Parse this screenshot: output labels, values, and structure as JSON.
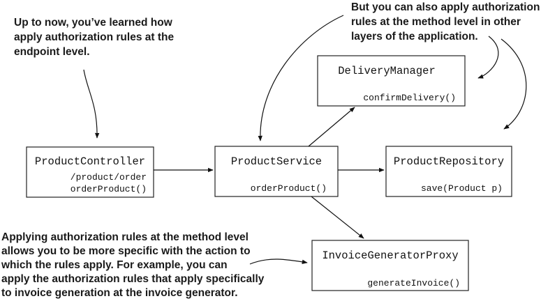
{
  "annotations": {
    "top_left": [
      "Up to now, you’ve learned how",
      "apply authorization rules at the",
      "endpoint level."
    ],
    "top_right": [
      "But you can also apply authorization",
      "rules at the method level in other",
      "layers of the application."
    ],
    "bottom_left": [
      "Applying authorization rules at the method level",
      "allows you to be more specific with the action to",
      "which the rules apply. For example, you can",
      "apply the authorization rules that apply specifically",
      "to invoice generation at the invoice generator."
    ]
  },
  "boxes": {
    "product_controller": {
      "title": "ProductController",
      "lines": [
        "/product/order",
        "orderProduct()"
      ]
    },
    "product_service": {
      "title": "ProductService",
      "lines": [
        "orderProduct()"
      ]
    },
    "delivery_manager": {
      "title": "DeliveryManager",
      "lines": [
        "confirmDelivery()"
      ]
    },
    "product_repository": {
      "title": "ProductRepository",
      "lines": [
        "save(Product p)"
      ]
    },
    "invoice_generator_proxy": {
      "title": "InvoiceGeneratorProxy",
      "lines": [
        "generateInvoice()"
      ]
    }
  },
  "colors": {
    "ink": "#111111",
    "annotation": "#1a1a1a",
    "background": "#ffffff"
  }
}
